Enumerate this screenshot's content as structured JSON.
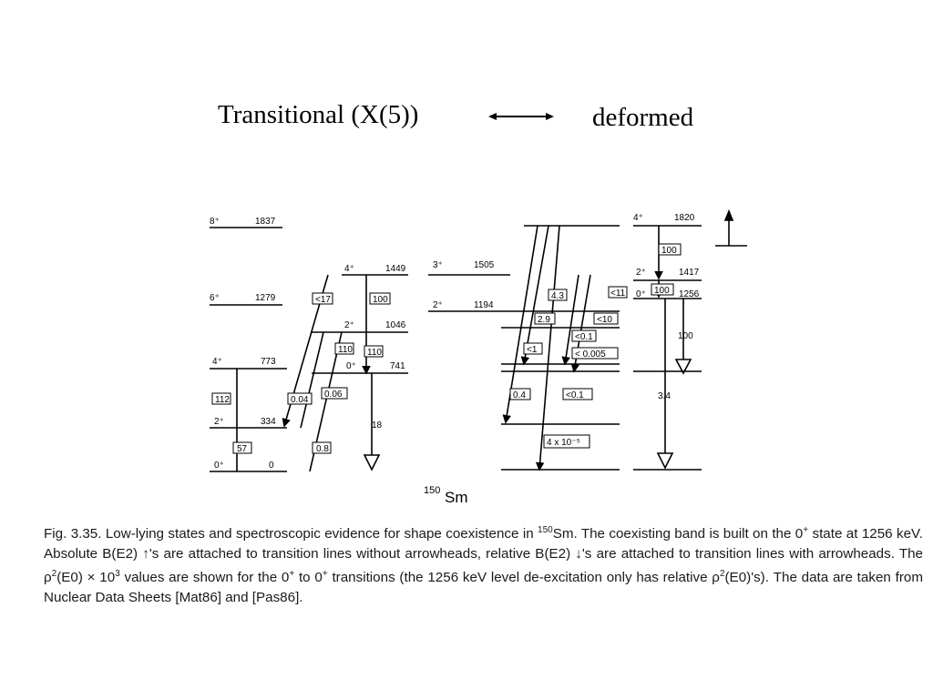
{
  "header": {
    "left_title": "Transitional (X(5))",
    "right_title": "deformed"
  },
  "figure": {
    "nucleus": {
      "mass": "150",
      "symbol": "Sm"
    },
    "ground_band": [
      {
        "spin": "8⁺",
        "energy": "1837"
      },
      {
        "spin": "6⁺",
        "energy": "1279"
      },
      {
        "spin": "4⁺",
        "energy": "773"
      },
      {
        "spin": "2⁺",
        "energy": "334"
      },
      {
        "spin": "0⁺",
        "energy": "0"
      }
    ],
    "ground_band_values": [
      "112",
      "57"
    ],
    "x5_band": [
      {
        "spin": "4⁺",
        "energy": "1449"
      },
      {
        "spin": "2⁺",
        "energy": "1046"
      },
      {
        "spin": "0⁺",
        "energy": "741"
      }
    ],
    "x5_values": [
      "<17",
      "100",
      "110",
      "110",
      "0.04",
      "0.06",
      "0.8",
      "18"
    ],
    "gamma_band": [
      {
        "spin": "3⁺",
        "energy": "1505"
      },
      {
        "spin": "2⁺",
        "energy": "1194"
      }
    ],
    "gamma_values": [
      "4.3",
      "<11",
      "2.9",
      "<10",
      "<0.1",
      "<1",
      "< 0.005",
      "0.4",
      "<0.1",
      "4 x 10⁻⁵"
    ],
    "deformed_band": [
      {
        "spin": "4⁺",
        "energy": "1820"
      },
      {
        "spin": "2⁺",
        "energy": "1417"
      },
      {
        "spin": "0⁺",
        "energy": "1256"
      }
    ],
    "deformed_values": [
      "100",
      "100",
      "100",
      "3.4"
    ]
  },
  "caption": {
    "p1": "Fig. 3.35. Low-lying states and spectroscopic evidence for shape coexistence in ",
    "p1_sup": "150",
    "p2": "Sm. The coexisting band is built on the 0",
    "p2_sup": "+",
    "p3": " state at 1256 keV. Absolute B(E2) ↑'s are attached to transition lines without arrowheads, relative B(E2) ↓'s are attached to transition lines with arrowheads. The ρ",
    "p3_sup": "2",
    "p4": "(E0) × 10",
    "p4_sup": "3",
    "p5": " values are shown for the 0",
    "p5_sup": "+",
    "p6": " to 0",
    "p6_sup": "+",
    "p7": " transitions (the 1256 keV level de-excitation only has relative ρ",
    "p7_sup": "2",
    "p8": "(E0)'s). The data are taken from Nuclear Data Sheets [Mat86] and [Pas86]."
  }
}
